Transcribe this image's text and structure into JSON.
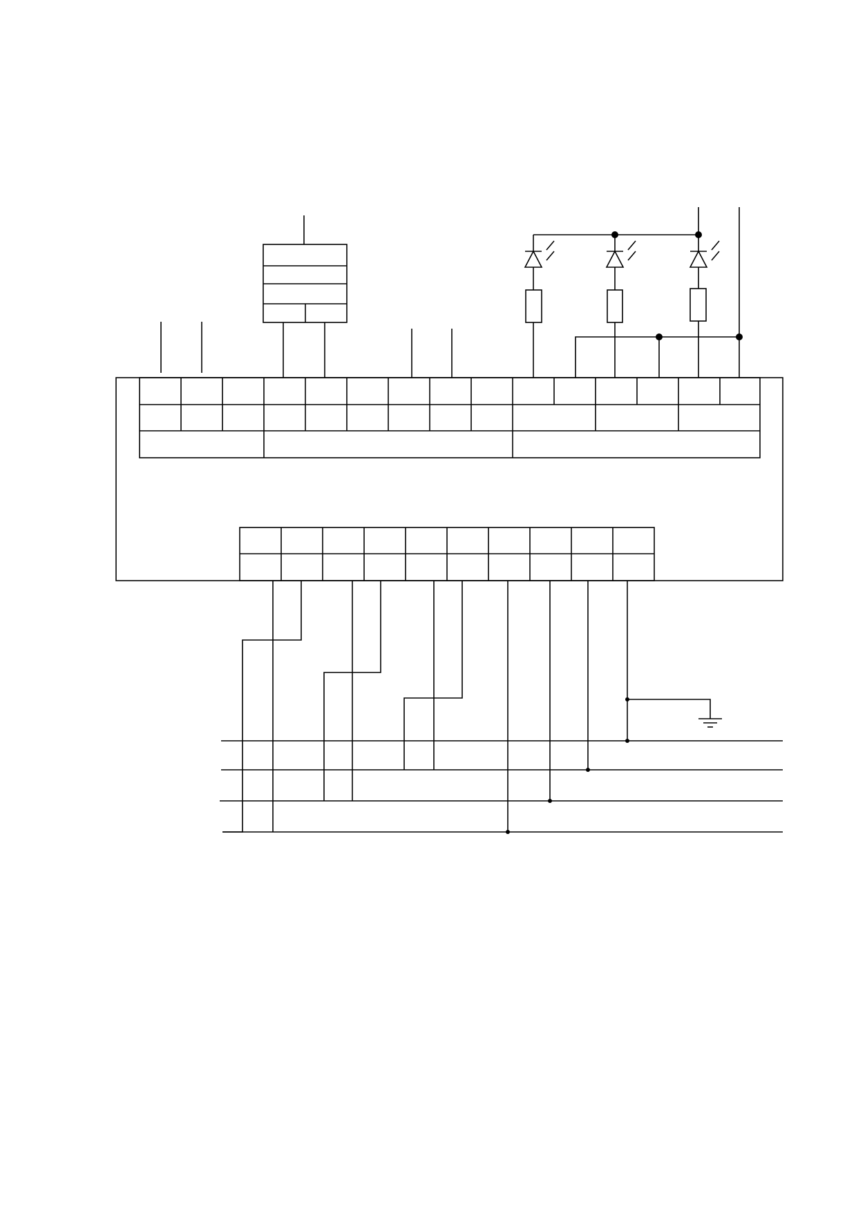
{
  "page": {
    "title": ""
  },
  "diagram": {
    "colors": {
      "stroke": "#000000",
      "background": "#ffffff"
    },
    "components": {
      "meter_block": {
        "label": ""
      },
      "top_terminal_strip": {
        "label": ""
      },
      "bottom_terminal_strip": {
        "label": ""
      },
      "led_indicators": [
        {
          "name": "led-1",
          "label": ""
        },
        {
          "name": "led-2",
          "label": ""
        },
        {
          "name": "led-3",
          "label": ""
        }
      ],
      "resistors": [
        {
          "name": "resistor-1",
          "label": ""
        },
        {
          "name": "resistor-2",
          "label": ""
        },
        {
          "name": "resistor-3",
          "label": ""
        }
      ],
      "ground": {
        "icon": "ground-symbol-icon"
      },
      "bus_lines": 4
    }
  }
}
